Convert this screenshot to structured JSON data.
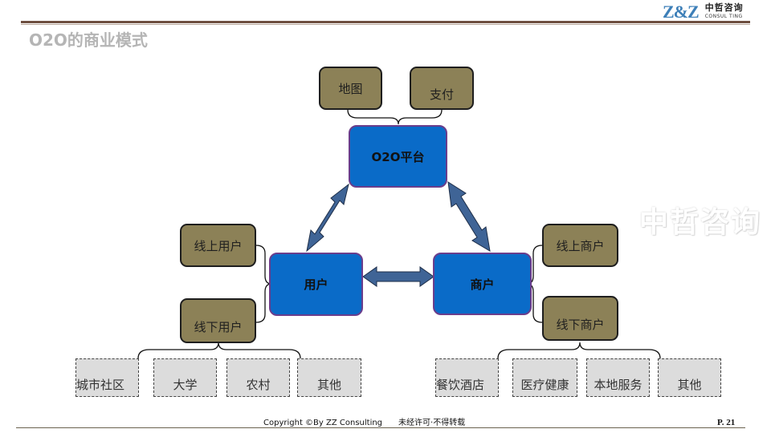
{
  "header": {
    "logo_mark": "Z&Z",
    "logo_cn": "中哲咨询",
    "logo_en": "CONSUL TING",
    "title": "O2O的商业模式"
  },
  "watermark": "中哲咨询",
  "diagram": {
    "platform": {
      "label": "O2O平台",
      "supports": [
        "地图",
        "支付"
      ]
    },
    "user": {
      "label": "用户",
      "types": [
        "线上用户",
        "线下用户"
      ],
      "offline_categories": [
        "城市社区",
        "大学",
        "农村",
        "其他"
      ]
    },
    "merchant": {
      "label": "商户",
      "types": [
        "线上商户",
        "线下商户"
      ],
      "offline_categories": [
        "餐饮酒店",
        "医疗健康",
        "本地服务",
        "其他"
      ]
    },
    "connections": [
      {
        "from": "O2O平台",
        "to": "用户",
        "direction": "bidirectional"
      },
      {
        "from": "O2O平台",
        "to": "商户",
        "direction": "bidirectional"
      },
      {
        "from": "用户",
        "to": "商户",
        "direction": "bidirectional"
      }
    ],
    "colors": {
      "core_fill": "#0a6bc8",
      "core_border": "#6a3d8c",
      "type_fill": "#8c8157",
      "category_fill": "#dcdcdc",
      "arrow_fill": "#3f6496"
    }
  },
  "footer": {
    "copyright": "Copyright ©By  ZZ Consulting",
    "notice": "未经许可·不得转载",
    "page": "P. 21"
  }
}
